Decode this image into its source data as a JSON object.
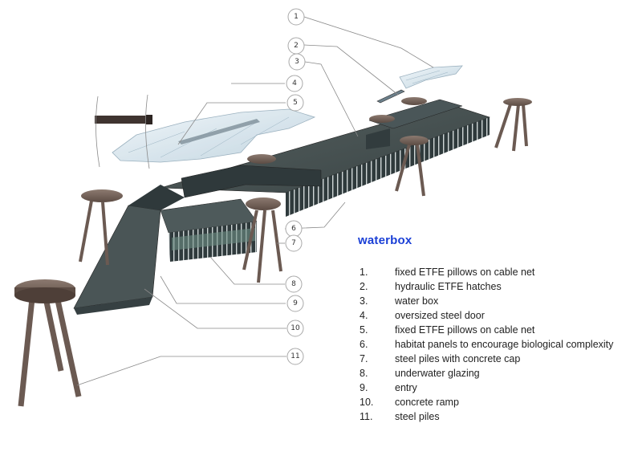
{
  "title": "waterbox",
  "legend": [
    {
      "num": "1.",
      "label": "fixed ETFE pillows on cable net"
    },
    {
      "num": "2.",
      "label": "hydraulic ETFE hatches"
    },
    {
      "num": "3.",
      "label": "water box"
    },
    {
      "num": "4.",
      "label": "oversized steel door"
    },
    {
      "num": "5.",
      "label": "fixed ETFE pillows on cable net"
    },
    {
      "num": "6.",
      "label": "habitat panels to encourage biological complexity"
    },
    {
      "num": "7.",
      "label": "steel piles with concrete cap"
    },
    {
      "num": "8.",
      "label": "underwater glazing"
    },
    {
      "num": "9.",
      "label": "entry"
    },
    {
      "num": "10.",
      "label": "concrete ramp"
    },
    {
      "num": "11.",
      "label": "steel piles"
    }
  ],
  "callouts": [
    "1",
    "2",
    "3",
    "4",
    "5",
    "6",
    "7",
    "8",
    "9",
    "10",
    "11"
  ],
  "colors": {
    "title": "#1a3fd6",
    "deck": "#3e4a4c",
    "pile": "#6b5a52",
    "glass": "#cfe0ea"
  }
}
